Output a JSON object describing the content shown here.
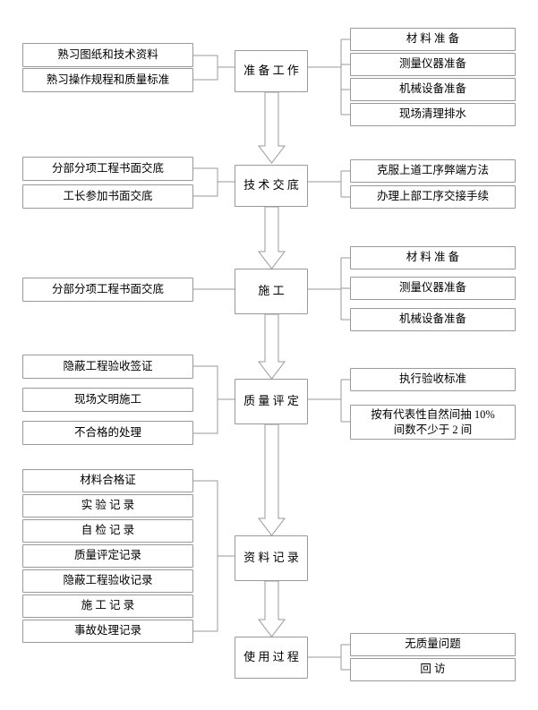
{
  "diagram": {
    "type": "flowchart",
    "title": "",
    "stages": [
      {
        "id": "prep",
        "center": "准 备 工 作",
        "left_items": [
          "熟习图纸和技术资料",
          "熟习操作规程和质量标准"
        ],
        "right_items": [
          "材 料 准 备",
          "测量仪器准备",
          "机械设备准备",
          "现场清理排水"
        ]
      },
      {
        "id": "tech",
        "center": "技 术 交 底",
        "left_items": [
          "分部分项工程书面交底",
          "工长参加书面交底"
        ],
        "right_items": [
          "克服上道工序弊端方法",
          "办理上部工序交接手续"
        ]
      },
      {
        "id": "construct",
        "center": "施    工",
        "left_items": [
          "分部分项工程书面交底"
        ],
        "right_items": [
          "材 料 准 备",
          "测量仪器准备",
          "机械设备准备"
        ]
      },
      {
        "id": "quality",
        "center": "质 量 评 定",
        "left_items": [
          "隐蔽工程验收签证",
          "现场文明施工",
          "不合格的处理"
        ],
        "right_items": [
          "执行验收标准",
          "按有代表性自然间抽 10%\n间数不少于 2 间"
        ]
      },
      {
        "id": "records",
        "center": "资 料 记 录",
        "left_items": [
          "材料合格证",
          "实 验 记 录",
          "自 检 记 录",
          "质量评定记录",
          "隐蔽工程验收记录",
          "施 工 记 录",
          "事故处理记录"
        ],
        "right_items": []
      },
      {
        "id": "usage",
        "center": "使 用 过 程",
        "left_items": [],
        "right_items": [
          "无质量问题",
          "回    访"
        ]
      }
    ]
  },
  "style": {
    "border_color": "#999999",
    "background": "#ffffff",
    "text_color": "#000000"
  }
}
